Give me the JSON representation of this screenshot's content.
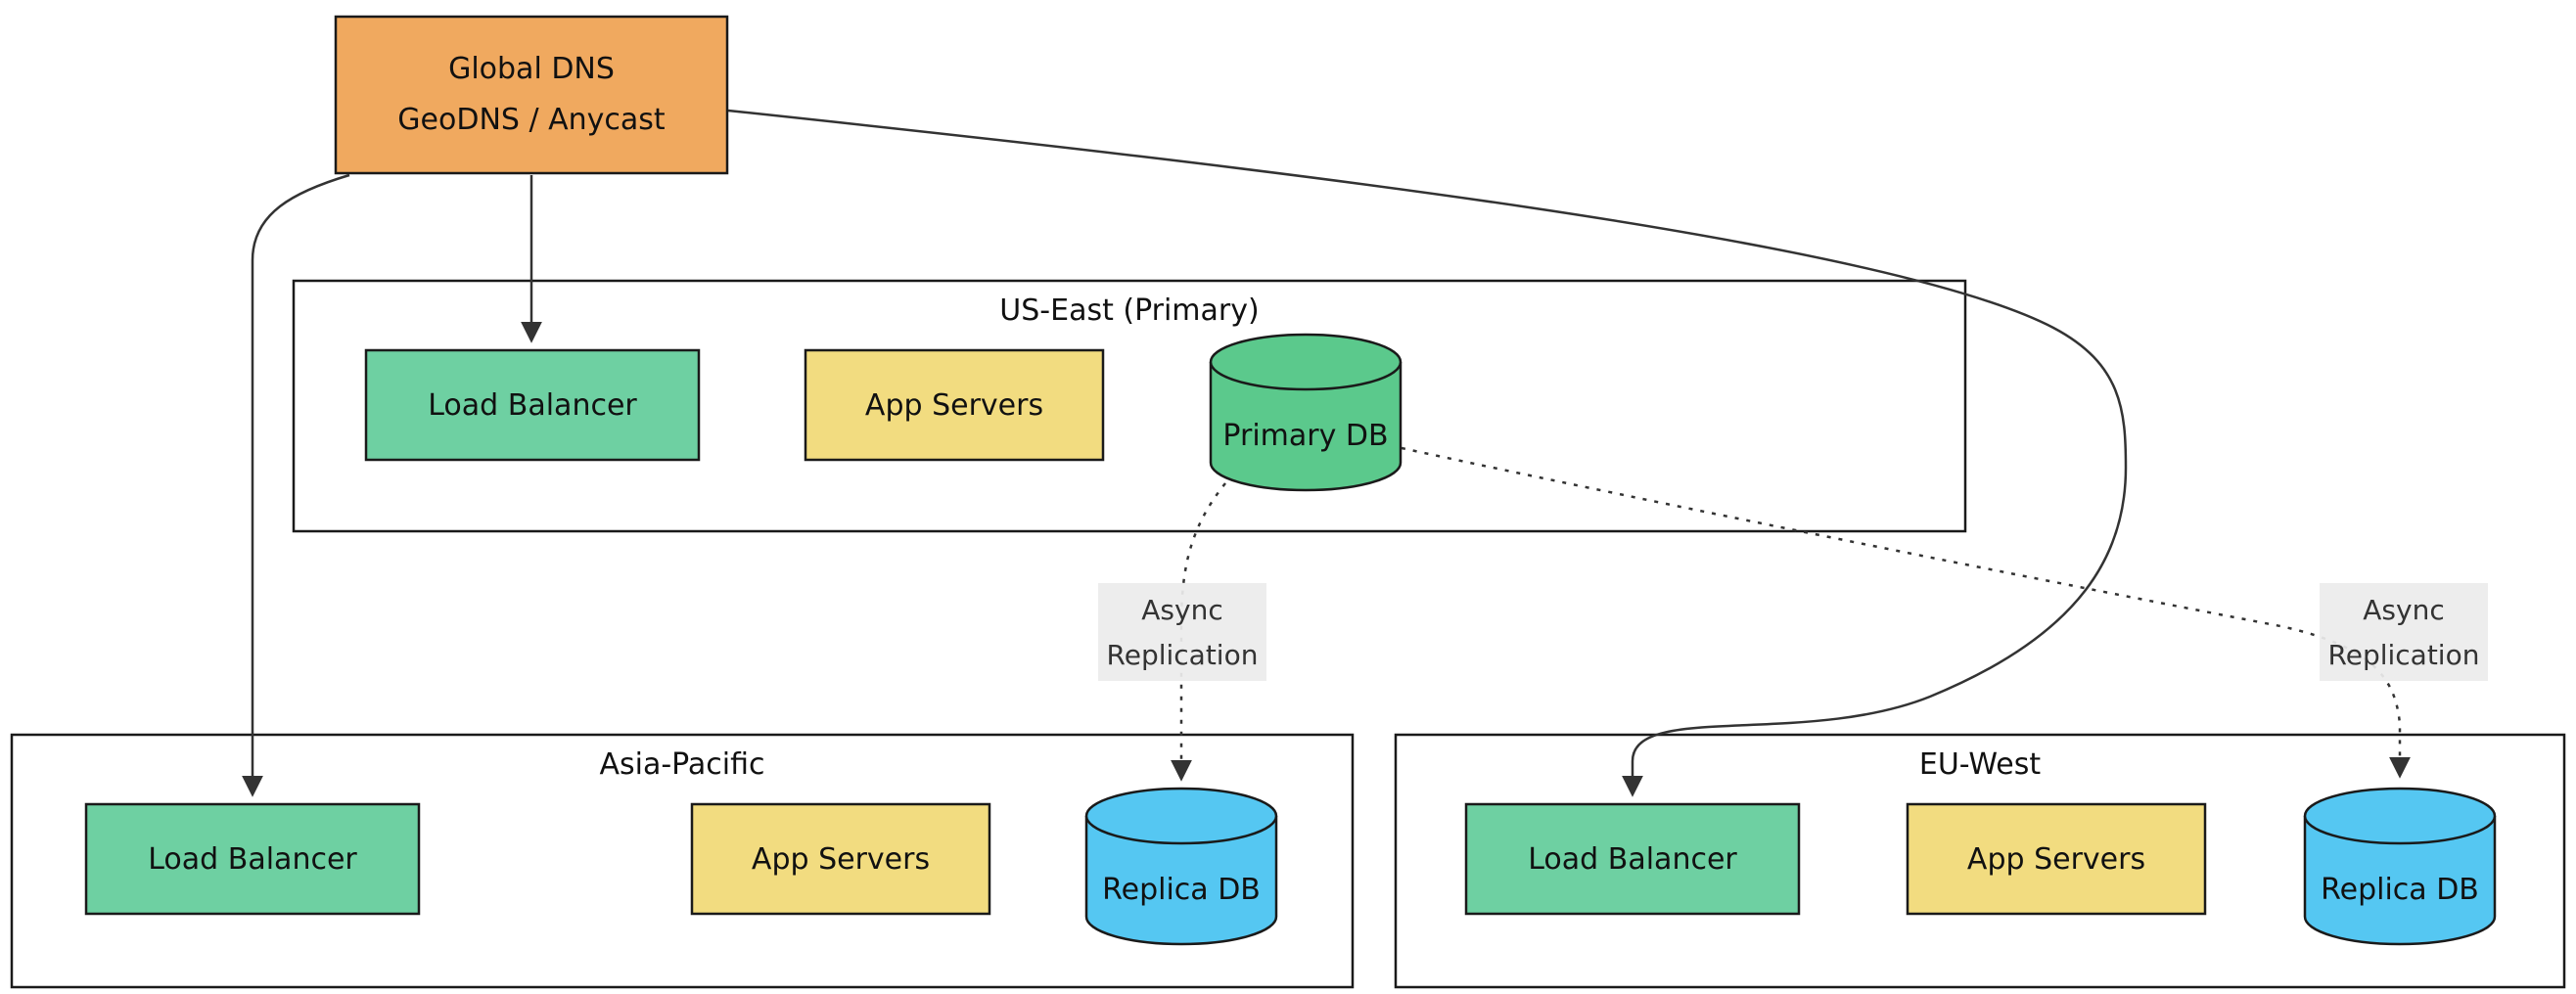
{
  "colors": {
    "dns_fill": "#F0A95F",
    "lb_green": "#6ED0A2",
    "app_yellow": "#F2DC80",
    "db_green": "#5BC98C",
    "db_blue": "#55C7F2",
    "edge_color": "#333333",
    "label_bg": "#ECECEC",
    "node_border": "#1A1A1A"
  },
  "dns": {
    "line1": "Global DNS",
    "line2": "GeoDNS / Anycast"
  },
  "regions": {
    "us_east": {
      "title": "US-East (Primary)",
      "lb": "Load Balancer",
      "app": "App Servers",
      "db": "Primary DB"
    },
    "asia_pacific": {
      "title": "Asia-Pacific",
      "lb": "Load Balancer",
      "app": "App Servers",
      "db": "Replica DB"
    },
    "eu_west": {
      "title": "EU-West",
      "lb": "Load Balancer",
      "app": "App Servers",
      "db": "Replica DB"
    }
  },
  "edge_labels": {
    "async_left": {
      "line1": "Async",
      "line2": "Replication"
    },
    "async_right": {
      "line1": "Async",
      "line2": "Replication"
    }
  }
}
